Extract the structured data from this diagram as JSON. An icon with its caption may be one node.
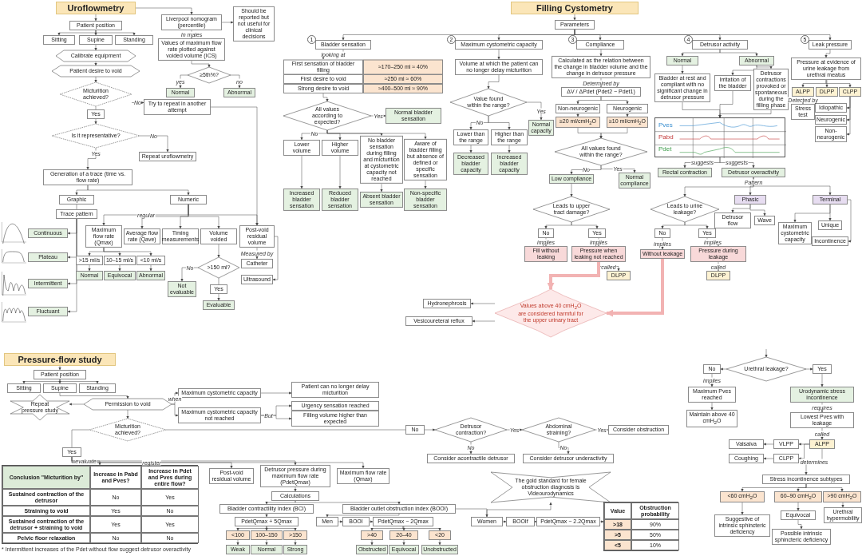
{
  "diagram": {
    "nodes": [
      {
        "text": [
          "Uroflowmetry"
        ]
      },
      {
        "text": [
          "Patient position"
        ]
      },
      {
        "text": [
          "Sitting"
        ]
      },
      {
        "text": [
          "Supine"
        ]
      },
      {
        "text": [
          "Standing"
        ]
      },
      {
        "text": [
          "Calibrate equipment"
        ]
      },
      {
        "text": [
          "Patient desire to void"
        ]
      },
      {
        "text": [
          "Micturition achieved?"
        ]
      },
      {
        "text": [
          "Try to repeat in another attempt"
        ]
      },
      {
        "text": [
          "Yes"
        ]
      },
      {
        "text": [
          "Is it representative?"
        ]
      },
      {
        "text": [
          "Repeat uroflowmetry"
        ]
      },
      {
        "text": [
          "Generation of a trace (time vs. flow rate)"
        ]
      },
      {
        "text": [
          "Graphic"
        ]
      },
      {
        "text": [
          "Numeric"
        ]
      },
      {
        "text": [
          "Trace pattern"
        ]
      },
      {
        "text": [
          "Continuous"
        ]
      },
      {
        "text": [
          "Plateau"
        ]
      },
      {
        "text": [
          "Intermittent"
        ]
      },
      {
        "text": [
          "Fluctuant"
        ]
      },
      {
        "text": [
          "Maximum flow rate (Qmax)"
        ]
      },
      {
        "text": [
          "Average flow rate (Qave)"
        ]
      },
      {
        "text": [
          "Timing measurements"
        ]
      },
      {
        "text": [
          "Volume voided"
        ]
      },
      {
        "text": [
          "Post-void residual volume"
        ]
      },
      {
        "text": [
          ">15 ml/s"
        ]
      },
      {
        "text": [
          "10–15 ml/s"
        ]
      },
      {
        "text": [
          "<10 ml/s"
        ]
      },
      {
        "text": [
          "Normal"
        ]
      },
      {
        "text": [
          "Equivocal"
        ]
      },
      {
        "text": [
          "Abnormal"
        ]
      },
      {
        "text": [
          ">150 ml?"
        ]
      },
      {
        "text": [
          "Not evaluable"
        ]
      },
      {
        "text": [
          "Yes"
        ]
      },
      {
        "text": [
          "Evaluable"
        ]
      },
      {
        "text": [
          "Catheter"
        ]
      },
      {
        "text": [
          "Ultrasound"
        ]
      },
      {
        "text": [
          "Liverpool nomogram (percentile)"
        ]
      },
      {
        "text": [
          "Should be reported but not useful for clinical decisions"
        ]
      },
      {
        "text": [
          "Values of maximum flow rate plotted against voided volume (ICS)"
        ]
      },
      {
        "text": [
          "≥5th%?"
        ]
      },
      {
        "text": [
          "Normal"
        ]
      },
      {
        "text": [
          "Abnormal"
        ]
      },
      {
        "text": [
          "Filling Cystometry"
        ]
      },
      {
        "text": [
          "Parameters"
        ]
      },
      {
        "text": [
          "Bladder sensation"
        ],
        "beside": [
          "1"
        ]
      },
      {
        "text": [
          "First sensation of bladder filling"
        ]
      },
      {
        "text": [
          "≈170–250 ml ≈ 40%"
        ]
      },
      {
        "text": [
          "First desire to void"
        ]
      },
      {
        "text": [
          "≈250 ml ≈ 60%"
        ]
      },
      {
        "text": [
          "Strong desire to void"
        ]
      },
      {
        "text": [
          "≈400–500 ml ≈ 90%"
        ]
      },
      {
        "text": [
          "All values according to expected?"
        ]
      },
      {
        "text": [
          "Normal bladder sensation"
        ]
      },
      {
        "text": [
          "Lower volume"
        ]
      },
      {
        "text": [
          "Higher volume"
        ]
      },
      {
        "text": [
          "No bladder sensation during filling and micturition at cystometric capacity not reached"
        ]
      },
      {
        "text": [
          "Aware of bladder filling but absence of defined or specific sensation"
        ]
      },
      {
        "text": [
          "Increased bladder sensation"
        ]
      },
      {
        "text": [
          "Reduced bladder sensation"
        ]
      },
      {
        "text": [
          "Absent bladder sensation"
        ]
      },
      {
        "text": [
          "Non-specific bladder sensation"
        ]
      },
      {
        "text": [
          "Maximum cystometric capacity"
        ],
        "beside": [
          "2"
        ]
      },
      {
        "text": [
          "Volume at which the patient can no longer delay micturition"
        ]
      },
      {
        "text": [
          "Value found within the range?"
        ]
      },
      {
        "text": [
          "Normal capacity"
        ]
      },
      {
        "text": [
          "Lower than the range"
        ]
      },
      {
        "text": [
          "Higher than the range"
        ]
      },
      {
        "text": [
          "Decreased bladder capacity"
        ]
      },
      {
        "text": [
          "Increased bladder capacity"
        ]
      },
      {
        "text": [
          "Compliance"
        ],
        "beside": [
          "3"
        ]
      },
      {
        "text": [
          "Calculated as the relation between the change in bladder volume and the change in detrusor pressure"
        ]
      },
      {
        "text": [
          "ΔV / ΔPdet (Pdet2 − Pdet1)"
        ]
      },
      {
        "text": [
          "Non-neurogenic"
        ]
      },
      {
        "text": [
          "Neurogenic"
        ]
      },
      {
        "text": [
          "≥20 ml/cmH$_{2}$O"
        ]
      },
      {
        "text": [
          "≥10 ml/cmH$_{2}$O"
        ]
      },
      {
        "text": [
          "All values found within the range?"
        ]
      },
      {
        "text": [
          "Low compliance"
        ]
      },
      {
        "text": [
          "Normal compliance"
        ]
      },
      {
        "text": [
          "Leads to upper tract damage?"
        ]
      },
      {
        "text": [
          "No"
        ]
      },
      {
        "text": [
          "Yes"
        ]
      },
      {
        "text": [
          "Fill without leaking"
        ]
      },
      {
        "text": [
          "Pressure when leaking not reached"
        ]
      },
      {
        "text": [
          "DLPP"
        ]
      },
      {
        "text": [
          "Values above 40 cmH$_{2}$O are considered harmful for the upper urinary tract"
        ]
      },
      {
        "text": [
          "Hydronephrosis"
        ]
      },
      {
        "text": [
          "Vesicoureteral reflux"
        ]
      },
      {
        "text": [
          "Detrusor activity"
        ],
        "beside": [
          "4"
        ]
      },
      {
        "text": [
          "Normal"
        ]
      },
      {
        "text": [
          "Abnormal"
        ]
      },
      {
        "text": [
          "Bladder at rest and compliant with no significant change in detrusor pressure"
        ]
      },
      {
        "text": [
          "Irritation of the bladder"
        ]
      },
      {
        "text": [
          "Detrusor contractions provoked or spontaneous during the filling phase"
        ]
      },
      {
        "text": [],
        "shape": "picture"
      },
      {
        "text": [
          "Rectal contraction"
        ]
      },
      {
        "text": [
          "Detrusor overactivity"
        ]
      },
      {
        "text": [
          "Phasic"
        ]
      },
      {
        "text": [
          "Terminal"
        ]
      },
      {
        "text": [
          "Leads to urine leakage?"
        ]
      },
      {
        "text": [
          "No"
        ]
      },
      {
        "text": [
          "Yes"
        ]
      },
      {
        "text": [
          "Without leakage"
        ]
      },
      {
        "text": [
          "Pressure during leakage"
        ]
      },
      {
        "text": [
          "DLPP"
        ]
      },
      {
        "text": [
          "Detrusor flow"
        ]
      },
      {
        "text": [
          "Wave"
        ]
      },
      {
        "text": [
          "Maximum cystometric capacity"
        ]
      },
      {
        "text": [
          "Unique"
        ]
      },
      {
        "text": [
          "Incontinence"
        ]
      },
      {
        "text": [
          "Leak pressure"
        ],
        "beside": [
          "5"
        ]
      },
      {
        "text": [
          "Pressure at evidence of urine leakage from urethral meatus"
        ]
      },
      {
        "text": [
          "ALPP"
        ]
      },
      {
        "text": [
          "DLPP"
        ]
      },
      {
        "text": [
          "CLPP"
        ]
      },
      {
        "text": [
          "Idiopathic"
        ]
      },
      {
        "text": [
          "Neurogenic"
        ]
      },
      {
        "text": [
          "Non-neurogenic"
        ]
      },
      {
        "text": [
          "Stress test"
        ]
      },
      {
        "text": [
          "Urethral leakage?"
        ]
      },
      {
        "text": [
          "No"
        ]
      },
      {
        "text": [
          "Yes"
        ]
      },
      {
        "text": [
          "Maximum Pves reached"
        ]
      },
      {
        "text": [
          "Maintain above 40 cmH$_{2}$O"
        ]
      },
      {
        "text": [
          "Urodynamic stress incontinence"
        ]
      },
      {
        "text": [
          "Lowest Pves with leakage"
        ]
      },
      {
        "text": [
          "ALPP"
        ]
      },
      {
        "text": [
          "VLPP"
        ]
      },
      {
        "text": [
          "CLPP"
        ]
      },
      {
        "text": [
          "Valsalva"
        ]
      },
      {
        "text": [
          "Coughing"
        ]
      },
      {
        "text": [
          "Stress incontinence subtypes"
        ]
      },
      {
        "text": [
          "<60 cmH$_{2}$O"
        ]
      },
      {
        "text": [
          "60–90 cmH$_{2}$O"
        ]
      },
      {
        "text": [
          ">90 cmH$_{2}$O"
        ]
      },
      {
        "text": [
          "Suggestive of intrinsic sphincteric deficiency"
        ]
      },
      {
        "text": [
          "Equivocal"
        ]
      },
      {
        "text": [
          "Possible intrinsic sphincteric deficiency"
        ]
      },
      {
        "text": [
          "Urethral hypermobility"
        ]
      },
      {
        "text": [
          "Pressure-flow study"
        ]
      },
      {
        "text": [
          "Patient position"
        ]
      },
      {
        "text": [
          "Sitting"
        ]
      },
      {
        "text": [
          "Supine"
        ]
      },
      {
        "text": [
          "Standing"
        ]
      },
      {
        "text": [
          "Permission to void"
        ]
      },
      {
        "text": [
          "Repeat pressure study"
        ]
      },
      {
        "text": [
          "Maximum cystometric capacity"
        ]
      },
      {
        "text": [
          "Patient can no longer delay micturition"
        ]
      },
      {
        "text": [
          "Maximum cystometric capacity not reached"
        ]
      },
      {
        "text": [
          "Urgency sensation reached"
        ]
      },
      {
        "text": [
          "Filling volume higher than expected"
        ]
      },
      {
        "text": [
          "Micturition achieved?"
        ]
      },
      {
        "text": [
          "Yes"
        ]
      },
      {
        "text": [
          "No"
        ]
      },
      {
        "text": [
          "Post-void residual volume"
        ]
      },
      {
        "text": [
          "Detrusor pressure during maximum flow rate (PdetQmax)"
        ]
      },
      {
        "text": [
          "Maximum flow rate (Qmax)"
        ]
      },
      {
        "text": [
          "Calculations"
        ]
      },
      {
        "text": [
          "Bladder contractility index (BCI)"
        ]
      },
      {
        "text": [
          "PdetQmax + 5Qmax"
        ]
      },
      {
        "text": [
          "<100"
        ]
      },
      {
        "text": [
          "100–150"
        ]
      },
      {
        "text": [
          ">150"
        ]
      },
      {
        "text": [
          "Weak"
        ]
      },
      {
        "text": [
          "Normal"
        ]
      },
      {
        "text": [
          "Strong"
        ]
      },
      {
        "text": [
          "Bladder outlet obstruction index (BOOI)"
        ]
      },
      {
        "text": [
          "Men"
        ]
      },
      {
        "text": [
          "BOOI"
        ]
      },
      {
        "text": [
          "PdetQmax − 2Qmax"
        ]
      },
      {
        "text": [
          ">40"
        ]
      },
      {
        "text": [
          "20–40"
        ]
      },
      {
        "text": [
          "<20"
        ]
      },
      {
        "text": [
          "Obstructed"
        ]
      },
      {
        "text": [
          "Equivocal"
        ]
      },
      {
        "text": [
          "Unobstructed"
        ]
      },
      {
        "text": [
          "Women"
        ]
      },
      {
        "text": [
          "BOOIf"
        ]
      },
      {
        "text": [
          "PdetQmax − 2.2Qmax"
        ]
      },
      {
        "text": [
          "The gold standard for female obstruction diagnosis is Videourodynamics"
        ]
      },
      {
        "text": [
          "Detrusor contraction?"
        ]
      },
      {
        "text": [
          "Consider acontractile detrusor"
        ]
      },
      {
        "text": [
          "Abdominal straining?"
        ]
      },
      {
        "text": [
          "Consider obstruction"
        ]
      },
      {
        "text": [
          "Consider detrusor underactivity"
        ]
      },
      {
        "text": [],
        "shape": "table"
      },
      {
        "text": [],
        "shape": "table"
      }
    ],
    "edges": [
      {
        "from": 0,
        "to": 1,
        "arrow": "to"
      },
      {
        "from": 1,
        "to": 2,
        "arrow": "to"
      },
      {
        "from": 1,
        "to": 3,
        "arrow": "to"
      },
      {
        "from": 1,
        "to": 4,
        "arrow": "to"
      },
      {
        "from": 3,
        "to": 5,
        "arrow": "to"
      },
      {
        "from": 5,
        "to": 6,
        "arrow": "to"
      },
      {
        "from": 6,
        "to": 7,
        "arrow": "to"
      },
      {
        "from": 7,
        "to": 8,
        "arrow": "to",
        "label": "No"
      },
      {
        "from": 7,
        "to": 9,
        "arrow": "none"
      },
      {
        "from": 9,
        "to": 10,
        "arrow": "to"
      },
      {
        "from": 10,
        "to": 12,
        "arrow": "to",
        "label": "Yes"
      },
      {
        "from": 10,
        "to": 11,
        "arrow": "to",
        "label": "No"
      },
      {
        "from": 12,
        "to": 13,
        "arrow": "to"
      },
      {
        "from": 12,
        "to": 14,
        "arrow": "to"
      },
      {
        "from": 13,
        "to": 15,
        "arrow": "none"
      },
      {
        "from": 15,
        "to": 16,
        "arrow": "to"
      },
      {
        "from": 15,
        "to": 17,
        "arrow": "to"
      },
      {
        "from": 15,
        "to": 18,
        "arrow": "to"
      },
      {
        "from": 15,
        "to": 19,
        "arrow": "to"
      },
      {
        "from": 14,
        "to": 20,
        "arrow": "to",
        "label": "regular"
      },
      {
        "from": 14,
        "to": 21,
        "arrow": "to"
      },
      {
        "from": 14,
        "to": 22,
        "arrow": "to"
      },
      {
        "from": 14,
        "to": 23,
        "arrow": "to"
      },
      {
        "from": 14,
        "to": 24,
        "arrow": "to"
      },
      {
        "from": 20,
        "to": 25,
        "arrow": "to"
      },
      {
        "from": 20,
        "to": 26,
        "arrow": "to"
      },
      {
        "from": 20,
        "to": 27,
        "arrow": "to"
      },
      {
        "from": 25,
        "to": 28,
        "arrow": "to"
      },
      {
        "from": 26,
        "to": 29,
        "arrow": "to"
      },
      {
        "from": 27,
        "to": 30,
        "arrow": "to"
      },
      {
        "from": 23,
        "to": 31,
        "arrow": "to"
      },
      {
        "from": 31,
        "to": 32,
        "arrow": "to",
        "label": "No"
      },
      {
        "from": 31,
        "to": 33,
        "arrow": "none"
      },
      {
        "from": 33,
        "to": 34,
        "arrow": "to"
      },
      {
        "from": 24,
        "to": 35,
        "arrow": "to",
        "label": "Measured by"
      },
      {
        "from": 24,
        "to": 36,
        "arrow": "to"
      },
      {
        "from": 8,
        "to": 24,
        "arrow": "to"
      },
      {
        "from": 0,
        "to": 37,
        "arrow": "to"
      },
      {
        "from": 37,
        "to": 38,
        "arrow": "to"
      },
      {
        "from": 37,
        "to": 39,
        "arrow": "to",
        "label": "In males"
      },
      {
        "from": 39,
        "to": 40,
        "arrow": "to"
      },
      {
        "from": 40,
        "to": 41,
        "arrow": "to",
        "label": "yes"
      },
      {
        "from": 40,
        "to": 42,
        "arrow": "to",
        "label": "no"
      },
      {
        "from": 43,
        "to": 44,
        "arrow": "to"
      },
      {
        "from": 44,
        "to": 45,
        "arrow": "to"
      },
      {
        "from": 44,
        "to": 62,
        "arrow": "to"
      },
      {
        "from": 44,
        "to": 70,
        "arrow": "to"
      },
      {
        "from": 44,
        "to": 89,
        "arrow": "to"
      },
      {
        "from": 44,
        "to": 111,
        "arrow": "to"
      },
      {
        "from": 45,
        "to": 46,
        "arrow": "to",
        "label": "looking at"
      },
      {
        "from": 50,
        "to": 52,
        "arrow": "to"
      },
      {
        "from": 52,
        "to": 53,
        "arrow": "to",
        "label": "Yes"
      },
      {
        "from": 52,
        "to": 54,
        "arrow": "to",
        "label": "No"
      },
      {
        "from": 52,
        "to": 55,
        "arrow": "to"
      },
      {
        "from": 52,
        "to": 56,
        "arrow": "to"
      },
      {
        "from": 52,
        "to": 57,
        "arrow": "to"
      },
      {
        "from": 54,
        "to": 58,
        "arrow": "to"
      },
      {
        "from": 55,
        "to": 59,
        "arrow": "to"
      },
      {
        "from": 56,
        "to": 60,
        "arrow": "to"
      },
      {
        "from": 57,
        "to": 61,
        "arrow": "to"
      },
      {
        "from": 62,
        "to": 63,
        "arrow": "to"
      },
      {
        "from": 63,
        "to": 64,
        "arrow": "to"
      },
      {
        "from": 64,
        "to": 65,
        "arrow": "to",
        "label": "Yes"
      },
      {
        "from": 64,
        "to": 66,
        "arrow": "to",
        "label": "No"
      },
      {
        "from": 64,
        "to": 67,
        "arrow": "to"
      },
      {
        "from": 66,
        "to": 68,
        "arrow": "to"
      },
      {
        "from": 67,
        "to": 69,
        "arrow": "to"
      },
      {
        "from": 70,
        "to": 71,
        "arrow": "to"
      },
      {
        "from": 71,
        "to": 72,
        "arrow": "to",
        "label": "Determined by"
      },
      {
        "from": 72,
        "to": 73,
        "arrow": "to"
      },
      {
        "from": 72,
        "to": 74,
        "arrow": "to"
      },
      {
        "from": 73,
        "to": 75,
        "arrow": "to"
      },
      {
        "from": 74,
        "to": 76,
        "arrow": "to"
      },
      {
        "from": 75,
        "to": 77,
        "arrow": "to"
      },
      {
        "from": 76,
        "to": 77,
        "arrow": "to"
      },
      {
        "from": 77,
        "to": 78,
        "arrow": "to",
        "label": "No"
      },
      {
        "from": 77,
        "to": 79,
        "arrow": "to",
        "label": "Yes"
      },
      {
        "from": 78,
        "to": 80,
        "arrow": "to"
      },
      {
        "from": 80,
        "to": 81,
        "arrow": "to"
      },
      {
        "from": 80,
        "to": 82,
        "arrow": "to"
      },
      {
        "from": 81,
        "to": 83,
        "arrow": "to",
        "label": "implies"
      },
      {
        "from": 82,
        "to": 84,
        "arrow": "to",
        "label": "implies"
      },
      {
        "from": 84,
        "to": 85,
        "arrow": "to",
        "label": "called"
      },
      {
        "from": 84,
        "to": 86,
        "arrow": "to",
        "style": "thick",
        "color": "#f2b3b3"
      },
      {
        "from": 86,
        "to": 87,
        "arrow": "to"
      },
      {
        "from": 86,
        "to": 88,
        "arrow": "to"
      },
      {
        "from": 89,
        "to": 90,
        "arrow": "to"
      },
      {
        "from": 89,
        "to": 91,
        "arrow": "to"
      },
      {
        "from": 90,
        "to": 92,
        "arrow": "to"
      },
      {
        "from": 91,
        "to": 93,
        "arrow": "to"
      },
      {
        "from": 91,
        "to": 94,
        "arrow": "to"
      },
      {
        "from": 92,
        "to": 95,
        "arrow": "to"
      },
      {
        "from": 93,
        "to": 95,
        "arrow": "to"
      },
      {
        "from": 94,
        "to": 95,
        "arrow": "to"
      },
      {
        "from": 95,
        "to": 96,
        "arrow": "to",
        "label": "suggests"
      },
      {
        "from": 95,
        "to": 97,
        "arrow": "to",
        "label": "suggests"
      },
      {
        "from": 97,
        "to": 98,
        "arrow": "to",
        "label": "Pattern"
      },
      {
        "from": 97,
        "to": 99,
        "arrow": "to"
      },
      {
        "from": 97,
        "to": 100,
        "arrow": "to"
      },
      {
        "from": 100,
        "to": 101,
        "arrow": "to"
      },
      {
        "from": 100,
        "to": 102,
        "arrow": "to"
      },
      {
        "from": 101,
        "to": 103,
        "arrow": "to",
        "label": "implies"
      },
      {
        "from": 102,
        "to": 104,
        "arrow": "to",
        "label": "implies"
      },
      {
        "from": 104,
        "to": 105,
        "arrow": "to",
        "label": "called"
      },
      {
        "from": 103,
        "to": 86,
        "arrow": "to",
        "style": "thick",
        "color": "#f2b3b3"
      },
      {
        "from": 98,
        "to": 106,
        "arrow": "to"
      },
      {
        "from": 98,
        "to": 107,
        "arrow": "to"
      },
      {
        "from": 99,
        "to": 108,
        "arrow": "to"
      },
      {
        "from": 99,
        "to": 109,
        "arrow": "to"
      },
      {
        "from": 99,
        "to": 110,
        "arrow": "to"
      },
      {
        "from": 111,
        "to": 112,
        "arrow": "to"
      },
      {
        "from": 112,
        "to": 113,
        "arrow": "to"
      },
      {
        "from": 112,
        "to": 114,
        "arrow": "to"
      },
      {
        "from": 112,
        "to": 115,
        "arrow": "to"
      },
      {
        "from": 115,
        "to": 116,
        "arrow": "to"
      },
      {
        "from": 115,
        "to": 117,
        "arrow": "to"
      },
      {
        "from": 115,
        "to": 118,
        "arrow": "to"
      },
      {
        "from": 113,
        "to": 119,
        "arrow": "to",
        "label": "Detected by"
      },
      {
        "from": null,
        "to": 120,
        "arrow": "to"
      },
      {
        "from": 120,
        "to": 121,
        "arrow": "to"
      },
      {
        "from": 120,
        "to": 122,
        "arrow": "to"
      },
      {
        "from": 121,
        "to": 123,
        "arrow": "to",
        "label": "implies"
      },
      {
        "from": 123,
        "to": 124,
        "arrow": "to"
      },
      {
        "from": 122,
        "to": 125,
        "arrow": "to"
      },
      {
        "from": 125,
        "to": 126,
        "arrow": "to",
        "label": "requires"
      },
      {
        "from": 126,
        "to": 127,
        "arrow": "to",
        "label": "called"
      },
      {
        "from": 127,
        "to": 128,
        "arrow": "to"
      },
      {
        "from": 127,
        "to": 129,
        "arrow": "to"
      },
      {
        "from": 128,
        "to": 130,
        "arrow": "to"
      },
      {
        "from": 129,
        "to": 131,
        "arrow": "to"
      },
      {
        "from": 127,
        "to": 132,
        "arrow": "to",
        "label": "determines"
      },
      {
        "from": 132,
        "to": 133,
        "arrow": "to"
      },
      {
        "from": 132,
        "to": 134,
        "arrow": "to"
      },
      {
        "from": 132,
        "to": 135,
        "arrow": "to"
      },
      {
        "from": 133,
        "to": 136,
        "arrow": "to"
      },
      {
        "from": 134,
        "to": 137,
        "arrow": "to"
      },
      {
        "from": 137,
        "to": 138,
        "arrow": "to"
      },
      {
        "from": 135,
        "to": 139,
        "arrow": "to"
      },
      {
        "from": 140,
        "to": 141,
        "arrow": "to"
      },
      {
        "from": 141,
        "to": 142,
        "arrow": "to"
      },
      {
        "from": 141,
        "to": 143,
        "arrow": "to"
      },
      {
        "from": 141,
        "to": 144,
        "arrow": "to"
      },
      {
        "from": 143,
        "to": 145,
        "arrow": "to"
      },
      {
        "from": 145,
        "to": 146,
        "arrow": "to"
      },
      {
        "from": 145,
        "to": 147,
        "arrow": "to",
        "label": "when"
      },
      {
        "from": 145,
        "to": 149,
        "arrow": "to"
      },
      {
        "from": 147,
        "to": 148,
        "arrow": "to"
      },
      {
        "from": 149,
        "to": 150,
        "arrow": "to",
        "label": "But"
      },
      {
        "from": 149,
        "to": 151,
        "arrow": "to"
      },
      {
        "from": 145,
        "to": 152,
        "arrow": "to"
      },
      {
        "from": 152,
        "to": 153,
        "arrow": "none"
      },
      {
        "from": 152,
        "to": 154,
        "arrow": "none"
      },
      {
        "from": 153,
        "to": 186,
        "arrow": "to",
        "label": "evaluate"
      },
      {
        "from": 153,
        "to": 155,
        "arrow": "to",
        "label": "register"
      },
      {
        "from": 153,
        "to": 156,
        "arrow": "to"
      },
      {
        "from": 153,
        "to": 157,
        "arrow": "to"
      },
      {
        "from": 156,
        "to": 158,
        "arrow": "to"
      },
      {
        "from": 158,
        "to": 159,
        "arrow": "to"
      },
      {
        "from": 159,
        "to": 160,
        "arrow": "to"
      },
      {
        "from": 160,
        "to": 161,
        "arrow": "to"
      },
      {
        "from": 160,
        "to": 162,
        "arrow": "to"
      },
      {
        "from": 160,
        "to": 163,
        "arrow": "to"
      },
      {
        "from": 161,
        "to": 164,
        "arrow": "to"
      },
      {
        "from": 162,
        "to": 165,
        "arrow": "to"
      },
      {
        "from": 163,
        "to": 166,
        "arrow": "to"
      },
      {
        "from": 158,
        "to": 167,
        "arrow": "to"
      },
      {
        "from": 167,
        "to": 168,
        "arrow": "to"
      },
      {
        "from": 168,
        "to": 169,
        "arrow": "to"
      },
      {
        "from": 169,
        "to": 170,
        "arrow": "to"
      },
      {
        "from": 170,
        "to": 171,
        "arrow": "to"
      },
      {
        "from": 170,
        "to": 172,
        "arrow": "to"
      },
      {
        "from": 170,
        "to": 173,
        "arrow": "to"
      },
      {
        "from": 171,
        "to": 174,
        "arrow": "to"
      },
      {
        "from": 172,
        "to": 175,
        "arrow": "to"
      },
      {
        "from": 173,
        "to": 176,
        "arrow": "to"
      },
      {
        "from": 167,
        "to": 177,
        "arrow": "to"
      },
      {
        "from": 177,
        "to": 178,
        "arrow": "to"
      },
      {
        "from": 178,
        "to": 179,
        "arrow": "to"
      },
      {
        "from": 179,
        "to": 187,
        "arrow": "to"
      },
      {
        "from": 177,
        "to": 180,
        "arrow": "to"
      },
      {
        "from": 154,
        "to": 181,
        "arrow": "to"
      },
      {
        "from": 181,
        "to": 182,
        "arrow": "to",
        "label": "No"
      },
      {
        "from": 181,
        "to": 183,
        "arrow": "to",
        "label": "Yes"
      },
      {
        "from": 183,
        "to": 184,
        "arrow": "to",
        "label": "Yes"
      },
      {
        "from": 183,
        "to": 185,
        "arrow": "to",
        "label": "No"
      }
    ],
    "labels": [
      "Conclusion \"Micturition by\"",
      "Increase in Pabd and Pves?",
      "Increase in Pdet and Pves during entire flow?",
      "Sustained contraction of the detrusor",
      "No",
      "Yes",
      "Straining to void",
      "Yes",
      "No",
      "Sustained contraction of the detrusor + straining to void",
      "Yes",
      "Yes",
      "Pelvic floor relaxation",
      "No",
      "No",
      "* Intermittent increases of the Pdet without flow suggest detrusor overactivity",
      "Value",
      "Obstruction probability",
      ">18",
      "90%",
      ">5",
      "50%",
      "<5",
      "10%",
      "Pves",
      "Pabd",
      "Pdet"
    ]
  }
}
